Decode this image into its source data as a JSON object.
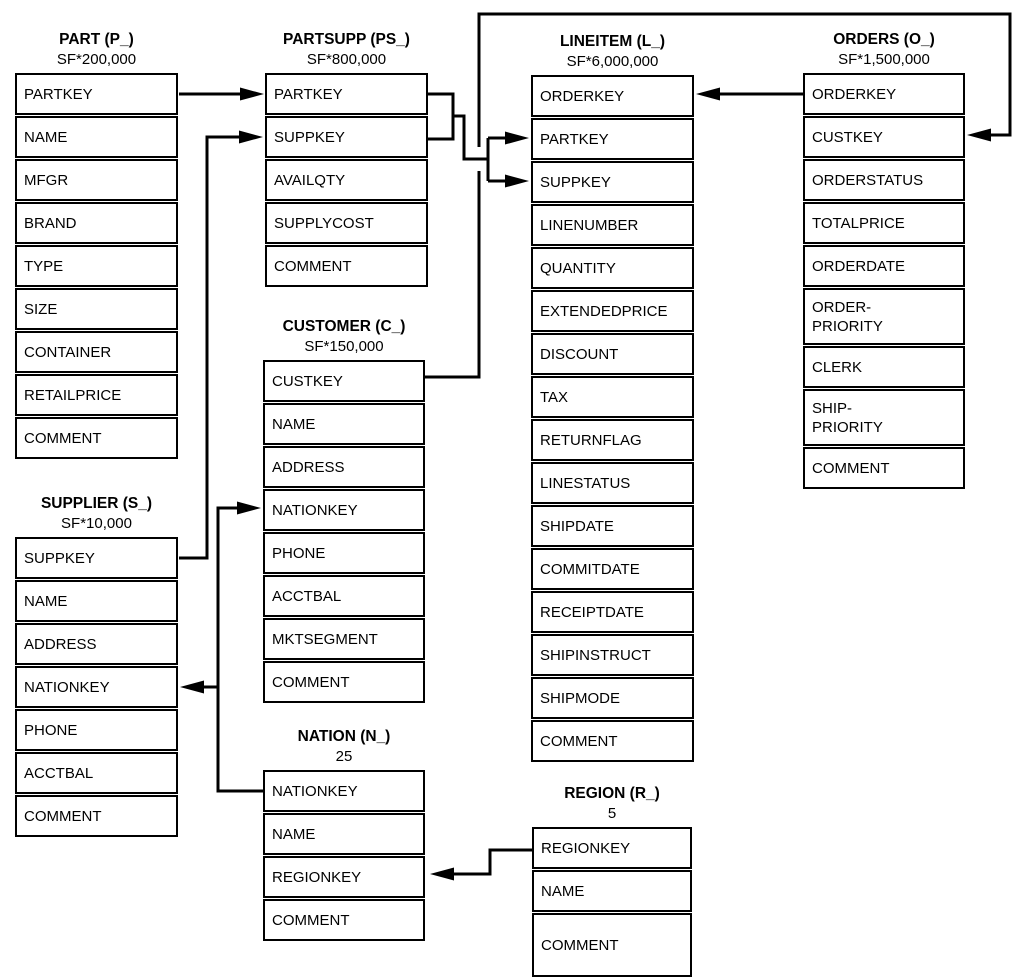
{
  "tables": [
    {
      "id": "part",
      "title": "PART (P_)",
      "cardinality": "SF*200,000",
      "columns": [
        "PARTKEY",
        "NAME",
        "MFGR",
        "BRAND",
        "TYPE",
        "SIZE",
        "CONTAINER",
        "RETAILPRICE",
        "COMMENT"
      ]
    },
    {
      "id": "partsupp",
      "title": "PARTSUPP (PS_)",
      "cardinality": "SF*800,000",
      "columns": [
        "PARTKEY",
        "SUPPKEY",
        "AVAILQTY",
        "SUPPLYCOST",
        "COMMENT"
      ]
    },
    {
      "id": "lineitem",
      "title": "LINEITEM (L_)",
      "cardinality": "SF*6,000,000",
      "columns": [
        "ORDERKEY",
        "PARTKEY",
        "SUPPKEY",
        "LINENUMBER",
        "QUANTITY",
        "EXTENDEDPRICE",
        "DISCOUNT",
        "TAX",
        "RETURNFLAG",
        "LINESTATUS",
        "SHIPDATE",
        "COMMITDATE",
        "RECEIPTDATE",
        "SHIPINSTRUCT",
        "SHIPMODE",
        "COMMENT"
      ]
    },
    {
      "id": "orders",
      "title": "ORDERS (O_)",
      "cardinality": "SF*1,500,000",
      "columns": [
        "ORDERKEY",
        "CUSTKEY",
        "ORDERSTATUS",
        "TOTALPRICE",
        "ORDERDATE",
        "ORDER-\nPRIORITY",
        "CLERK",
        "SHIP-\nPRIORITY",
        "COMMENT"
      ]
    },
    {
      "id": "supplier",
      "title": "SUPPLIER (S_)",
      "cardinality": "SF*10,000",
      "columns": [
        "SUPPKEY",
        "NAME",
        "ADDRESS",
        "NATIONKEY",
        "PHONE",
        "ACCTBAL",
        "COMMENT"
      ]
    },
    {
      "id": "customer",
      "title": "CUSTOMER (C_)",
      "cardinality": "SF*150,000",
      "columns": [
        "CUSTKEY",
        "NAME",
        "ADDRESS",
        "NATIONKEY",
        "PHONE",
        "ACCTBAL",
        "MKTSEGMENT",
        "COMMENT"
      ]
    },
    {
      "id": "nation",
      "title": "NATION (N_)",
      "cardinality": "25",
      "columns": [
        "NATIONKEY",
        "NAME",
        "REGIONKEY",
        "COMMENT"
      ]
    },
    {
      "id": "region",
      "title": "REGION (R_)",
      "cardinality": "5",
      "columns": [
        "REGIONKEY",
        "NAME",
        "COMMENT"
      ]
    }
  ],
  "relationships": [
    {
      "from": "PART.PARTKEY",
      "to": "PARTSUPP.PARTKEY"
    },
    {
      "from": "SUPPLIER.SUPPKEY",
      "to": "PARTSUPP.SUPPKEY"
    },
    {
      "from": "PARTSUPP.PARTKEY",
      "to": "LINEITEM.PARTKEY"
    },
    {
      "from": "PARTSUPP.SUPPKEY",
      "to": "LINEITEM.SUPPKEY"
    },
    {
      "from": "ORDERS.ORDERKEY",
      "to": "LINEITEM.ORDERKEY"
    },
    {
      "from": "CUSTOMER.CUSTKEY",
      "to": "ORDERS.CUSTKEY"
    },
    {
      "from": "NATION.NATIONKEY",
      "to": "CUSTOMER.NATIONKEY"
    },
    {
      "from": "NATION.NATIONKEY",
      "to": "SUPPLIER.NATIONKEY"
    },
    {
      "from": "REGION.REGIONKEY",
      "to": "NATION.REGIONKEY"
    }
  ],
  "colors": {
    "line": "#000000",
    "background": "#ffffff",
    "text": "#000000"
  }
}
